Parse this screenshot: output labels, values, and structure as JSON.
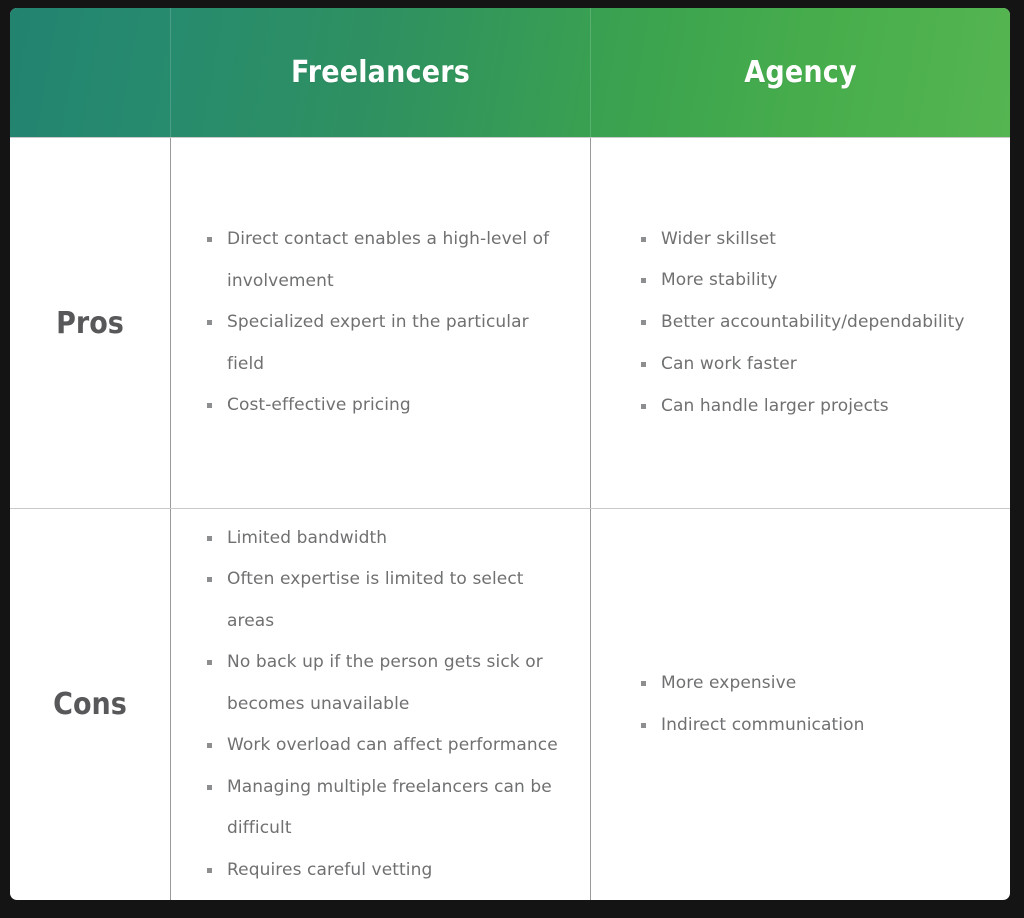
{
  "table": {
    "columns": [
      {
        "key": "row_label",
        "label": ""
      },
      {
        "key": "freelancers",
        "label": "Freelancers"
      },
      {
        "key": "agency",
        "label": "Agency"
      }
    ],
    "rows": [
      {
        "label": "Pros",
        "freelancers": [
          "Direct contact enables a high-level of involvement",
          "Specialized expert in the particular field",
          "Cost-effective pricing"
        ],
        "agency": [
          "Wider skillset",
          "More stability",
          "Better accountability/dependability",
          "Can work faster",
          "Can handle larger projects"
        ]
      },
      {
        "label": "Cons",
        "freelancers": [
          "Limited bandwidth",
          "Often expertise is limited to select areas",
          "No back up if the person gets sick or becomes unavailable",
          "Work overload can affect performance",
          "Managing multiple freelancers can be difficult",
          "Requires careful vetting"
        ],
        "agency": [
          "More expensive",
          "Indirect communication"
        ]
      }
    ]
  },
  "style": {
    "header_gradient_start": "#22836f",
    "header_gradient_end": "#55b551",
    "header_text_color": "#ffffff",
    "row_label_color": "#58585a",
    "body_text_color": "#6f7072",
    "bullet_color": "#8d8e90",
    "frame_color": "#141414",
    "card_background": "#ffffff",
    "divider_color": "#9a9a9a"
  }
}
